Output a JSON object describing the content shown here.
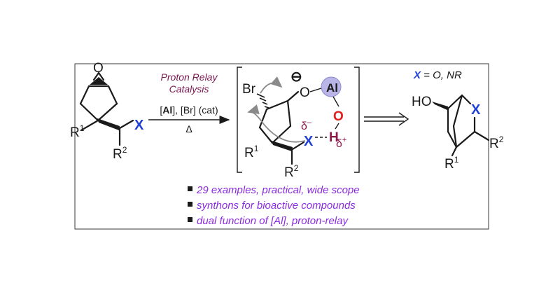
{
  "reagents": {
    "catalysis_line1": "Proton Relay",
    "catalysis_line2": "Catalysis",
    "al_label": "Al",
    "br_label": "Br",
    "cat_label": "(cat)",
    "heat": "Δ"
  },
  "start": {
    "epoxide_o": "O",
    "x_label": "X",
    "r1": "R",
    "r1_sup": "1",
    "r2": "R",
    "r2_sup": "2"
  },
  "intermediate": {
    "br": "Br",
    "o_minus_charge": "⊖",
    "o1": "O",
    "al": "Al",
    "o2": "O",
    "x_label": "X",
    "h_label": "H",
    "delta_minus": "δ",
    "delta_minus_sup": "–",
    "delta_plus": "δ",
    "delta_plus_sup": "+",
    "r1": "R",
    "r1_sup": "1",
    "r2": "R",
    "r2_sup": "2"
  },
  "product": {
    "x_def_x": "X",
    "x_def_rest": " = O, NR",
    "ho": "HO",
    "x_label": "X",
    "r1": "R",
    "r1_sup": "1",
    "r2": "R",
    "r2_sup": "2"
  },
  "bullets": [
    "29 examples, practical, wide scope",
    "synthons for bioactive compounds",
    "dual function of [Al], proton-relay"
  ],
  "colors": {
    "x_blue": "#1f3fd6",
    "oxygen_red": "#e0201a",
    "al_circle": "#b9b5e6",
    "delta_maroon": "#8b1a4a",
    "bullet_purple": "#8b2be2",
    "catalysis_maroon": "#7a1550"
  }
}
